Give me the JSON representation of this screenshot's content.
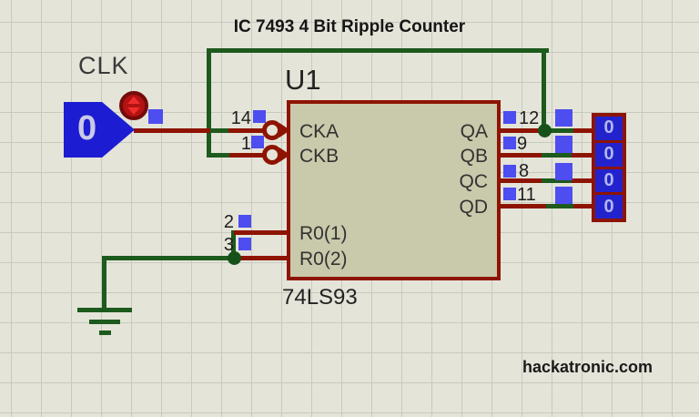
{
  "title": "IC 7493 4 Bit Ripple Counter",
  "watermark": "hackatronic.com",
  "clock": {
    "label": "CLK",
    "value": "0"
  },
  "ic": {
    "ref": "U1",
    "part": "74LS93",
    "left_pins": [
      {
        "number": "14",
        "name": "CKA"
      },
      {
        "number": "1",
        "name": "CKB"
      }
    ],
    "reset_pins": [
      {
        "number": "2",
        "name": "R0(1)"
      },
      {
        "number": "3",
        "name": "R0(2)"
      }
    ],
    "right_pins": [
      {
        "number": "12",
        "name": "QA"
      },
      {
        "number": "9",
        "name": "QB"
      },
      {
        "number": "8",
        "name": "QC"
      },
      {
        "number": "11",
        "name": "QD"
      }
    ]
  },
  "probes": {
    "values": [
      "0",
      "0",
      "0",
      "0"
    ]
  },
  "icons": {
    "clock_toggle": "red circle with up/down arrows",
    "clock_pin": "bubble with wedge",
    "ground": "three stacked bars"
  },
  "colors": {
    "canvas_bg": "#e5e4d9",
    "grid_line": "#c6cabf",
    "wire_red": "#8e1402",
    "wire_green": "#1d5a1d",
    "component_blue": "#1c1cd2",
    "indicator_blue": "#4d4df0",
    "chip_fill": "#c9c9ab",
    "probe_text": "#b2b6ee"
  }
}
